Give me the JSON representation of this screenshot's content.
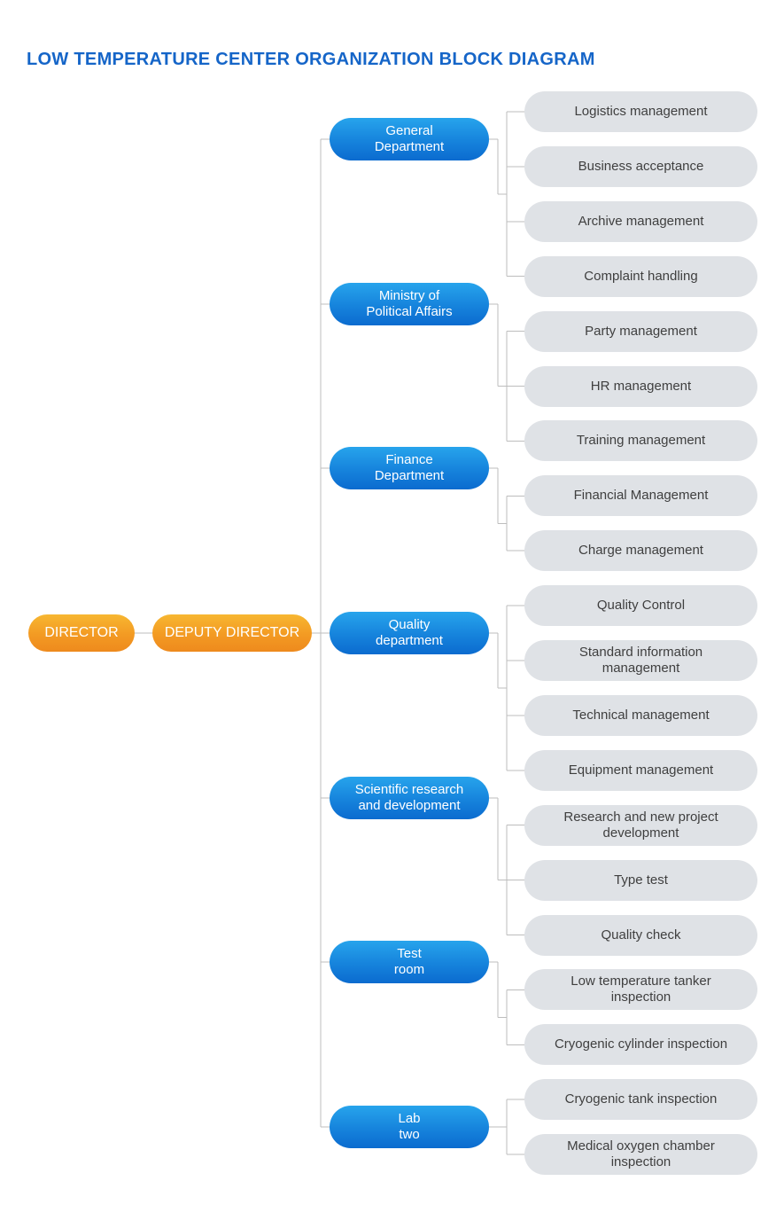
{
  "title": "LOW TEMPERATURE CENTER ORGANIZATION BLOCK DIAGRAM",
  "colors": {
    "title": "#1565c8",
    "leadership_node": "#f39a23",
    "department_node": "#1683dc",
    "function_node": "#dfe2e6",
    "connector": "#bdbdbd"
  },
  "leadership": {
    "director": "DIRECTOR",
    "deputy_director": "DEPUTY DIRECTOR"
  },
  "departments": [
    {
      "label": "General\nDepartment",
      "functions": [
        "Logistics management",
        "Business acceptance",
        "Archive management",
        "Complaint handling"
      ]
    },
    {
      "label": "Ministry of\nPolitical Affairs",
      "functions": [
        "Party management",
        "HR management",
        "Training management"
      ]
    },
    {
      "label": "Finance\nDepartment",
      "functions": [
        "Financial Management",
        "Charge management"
      ]
    },
    {
      "label": "Quality\ndepartment",
      "functions": [
        "Quality Control",
        "Standard information\nmanagement",
        "Technical management",
        "Equipment management"
      ]
    },
    {
      "label": "Scientific research\nand development",
      "functions": [
        "Research and new project\ndevelopment",
        "Type test",
        "Quality check"
      ]
    },
    {
      "label": "Test\nroom",
      "functions": [
        "Low temperature tanker\ninspection",
        "Cryogenic cylinder inspection"
      ]
    },
    {
      "label": "Lab\ntwo",
      "functions": [
        "Cryogenic tank inspection",
        "Medical oxygen chamber\ninspection"
      ]
    }
  ]
}
